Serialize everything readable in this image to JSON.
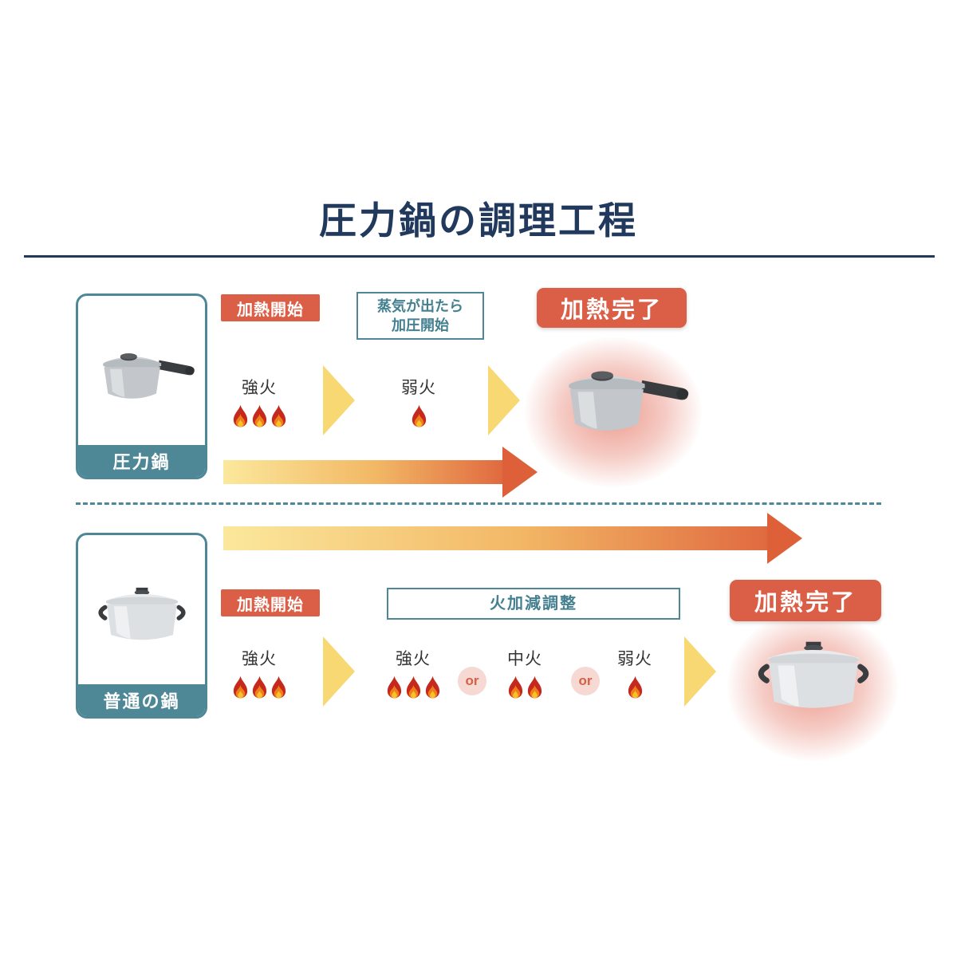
{
  "title": "圧力鍋の調理工程",
  "colors": {
    "navy": "#21395c",
    "teal": "#4e8897",
    "badge_red": "#db5f47",
    "arrow_yellow": "#f8d873",
    "arrow_gradient_end": "#dd6038",
    "flame_red": "#c5281c"
  },
  "rows": {
    "pressure": {
      "pot_label": "圧力鍋",
      "start_badge": "加熱開始",
      "note_line1": "蒸気が出たら",
      "note_line2": "加圧開始",
      "done_badge": "加熱完了",
      "step1": {
        "label": "強火",
        "flames": 3
      },
      "step2": {
        "label": "弱火",
        "flames": 1
      }
    },
    "normal": {
      "pot_label": "普通の鍋",
      "start_badge": "加熱開始",
      "note": "火加減調整",
      "done_badge": "加熱完了",
      "step1": {
        "label": "強火",
        "flames": 3
      },
      "options": [
        {
          "label": "強火",
          "flames": 3
        },
        {
          "label": "中火",
          "flames": 2
        },
        {
          "label": "弱火",
          "flames": 1
        }
      ],
      "or_label": "or"
    }
  }
}
